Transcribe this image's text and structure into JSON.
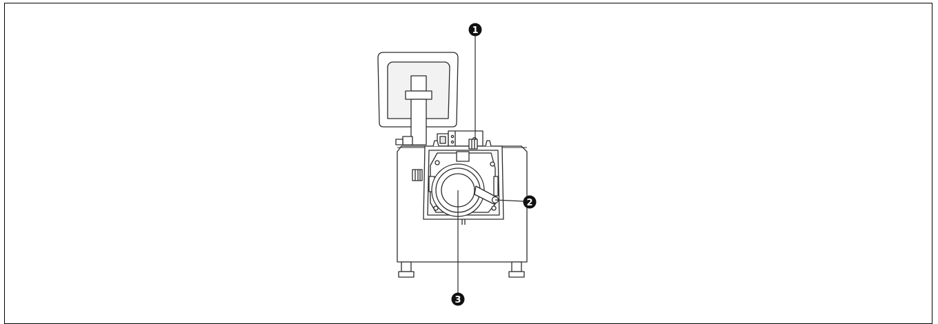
{
  "callouts": [
    {
      "id": "1",
      "label": "1"
    },
    {
      "id": "2",
      "label": "2"
    },
    {
      "id": "3",
      "label": "3"
    }
  ],
  "colors": {
    "line": "#2a2a2a",
    "fill": "#ffffff",
    "shade": "#e9e9e9",
    "callout_bg": "#111111"
  }
}
